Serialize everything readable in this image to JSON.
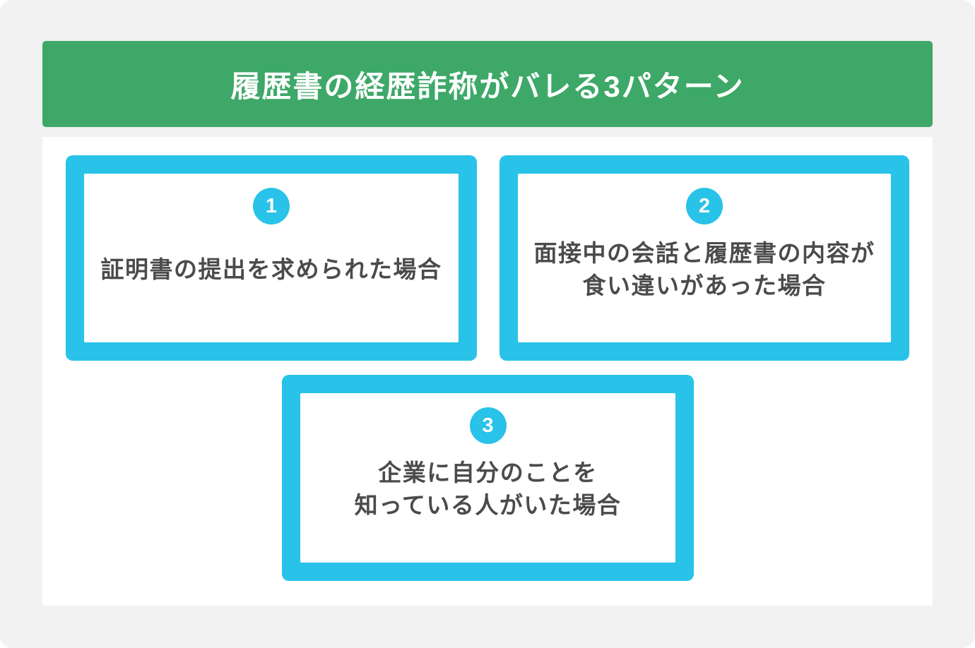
{
  "header": {
    "title": "履歴書の経歴詐称がバレる3パターン"
  },
  "cards": [
    {
      "number": "1",
      "lines": [
        "証明書の提出を求められた場合"
      ]
    },
    {
      "number": "2",
      "lines": [
        "面接中の会話と履歴書の内容が",
        "食い違いがあった場合"
      ]
    },
    {
      "number": "3",
      "lines": [
        "企業に自分のことを",
        "知っている人がいた場合"
      ]
    }
  ],
  "colors": {
    "header_green": "#3EA868",
    "accent_cyan": "#29C2E8",
    "canvas_background": "#F1F2F1",
    "panel_background": "#FFFFFF",
    "card_text_gray": "#4B4B4B",
    "title_text": "#FFFFFF"
  }
}
